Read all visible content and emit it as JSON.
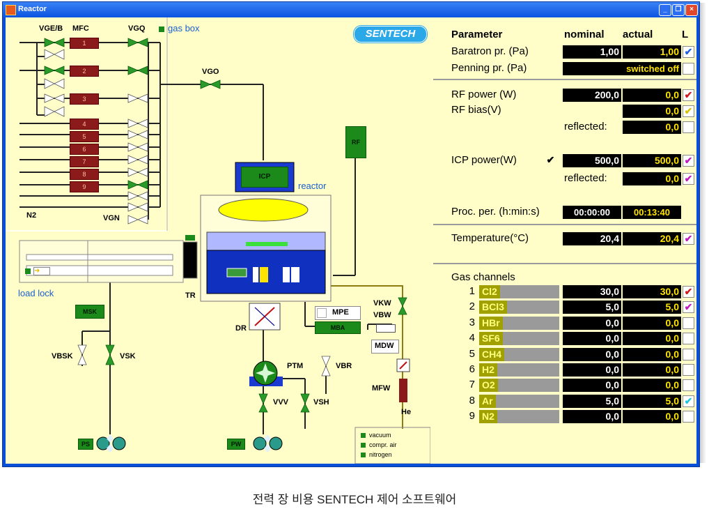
{
  "window": {
    "title": "Reactor"
  },
  "logo": "SENTECH",
  "caption": "전력 장 비용 SENTECH 제어 소프트웨어",
  "diagram": {
    "labels": {
      "vge": "VGE/B",
      "mfc": "MFC",
      "vgq": "VGQ",
      "gas_box": "gas box",
      "vgo": "VGO",
      "n2": "N2",
      "vgn": "VGN",
      "icp": "ICP",
      "reactor": "reactor",
      "rf": "RF",
      "load_lock": "load lock",
      "tr": "TR",
      "msk": "MSK",
      "vbsk": "VBSK",
      "vsk": "VSK",
      "dr": "DR",
      "mpe": "MPE",
      "mba": "MBA",
      "vkw": "VKW",
      "vbw": "VBW",
      "mdw": "MDW",
      "ptm": "PTM",
      "vbr": "VBR",
      "mfw": "MFW",
      "he": "He",
      "vvv": "VVV",
      "vsh": "VSH",
      "ps": "PS",
      "pw": "PW"
    },
    "mfc_numbers": [
      "1",
      "2",
      "3",
      "4",
      "5",
      "6",
      "7",
      "8",
      "9"
    ],
    "legend": [
      "vacuum",
      "compr. air",
      "nitrogen"
    ]
  },
  "params": {
    "header": {
      "param": "Parameter",
      "nominal": "nominal",
      "actual": "actual",
      "l": "L"
    },
    "baratron": {
      "label": "Baratron pr. (Pa)",
      "nominal": "1,00",
      "actual": "1,00",
      "check": "✔",
      "color": "#1f5fe0"
    },
    "penning": {
      "label": "Penning pr. (Pa)",
      "actual": "switched off"
    },
    "rf_power": {
      "label": "RF power (W)",
      "nominal": "200,0",
      "actual": "0,0",
      "check": "✔",
      "color": "#d01a1a"
    },
    "rf_bias": {
      "label": "RF bias(V)",
      "actual": "0,0",
      "check": "✔",
      "color": "#f3e100"
    },
    "rf_reflected": {
      "label": "reflected:",
      "actual": "0,0"
    },
    "icp_power": {
      "label": "ICP power(W)",
      "toggle": "✔",
      "nominal": "500,0",
      "actual": "500,0",
      "check": "✔",
      "color": "#c21ac2"
    },
    "icp_reflected": {
      "label": "reflected:",
      "actual": "0,0",
      "check": "✔",
      "color": "#c21ac2"
    },
    "proc": {
      "label": "Proc. per. (h:min:s)",
      "nominal": "00:00:00",
      "actual": "00:13:40"
    },
    "temperature": {
      "label": "Temperature(°C)",
      "nominal": "20,4",
      "actual": "20,4",
      "check": "✔",
      "color": "#c21ac2"
    },
    "gas_title": "Gas channels",
    "gas": [
      {
        "n": "1",
        "name": "Cl2",
        "nominal": "30,0",
        "actual": "30,0",
        "check": "✔",
        "color": "#d01a1a"
      },
      {
        "n": "2",
        "name": "BCl3",
        "nominal": "5,0",
        "actual": "5,0",
        "check": "✔",
        "color": "#c21ac2"
      },
      {
        "n": "3",
        "name": "HBr",
        "nominal": "0,0",
        "actual": "0,0",
        "check": "",
        "color": "#ffffff"
      },
      {
        "n": "4",
        "name": "SF6",
        "nominal": "0,0",
        "actual": "0,0",
        "check": "",
        "color": "#ffffff"
      },
      {
        "n": "5",
        "name": "CH4",
        "nominal": "0,0",
        "actual": "0,0",
        "check": "",
        "color": "#ffffff"
      },
      {
        "n": "6",
        "name": "H2",
        "nominal": "0,0",
        "actual": "0,0",
        "check": "",
        "color": "#ffffff"
      },
      {
        "n": "7",
        "name": "O2",
        "nominal": "0,0",
        "actual": "0,0",
        "check": "",
        "color": "#ffffff"
      },
      {
        "n": "8",
        "name": "Ar",
        "nominal": "5,0",
        "actual": "5,0",
        "check": "✔",
        "color": "#19c8e0"
      },
      {
        "n": "9",
        "name": "N2",
        "nominal": "0,0",
        "actual": "0,0",
        "check": "",
        "color": "#ffffff"
      }
    ]
  }
}
